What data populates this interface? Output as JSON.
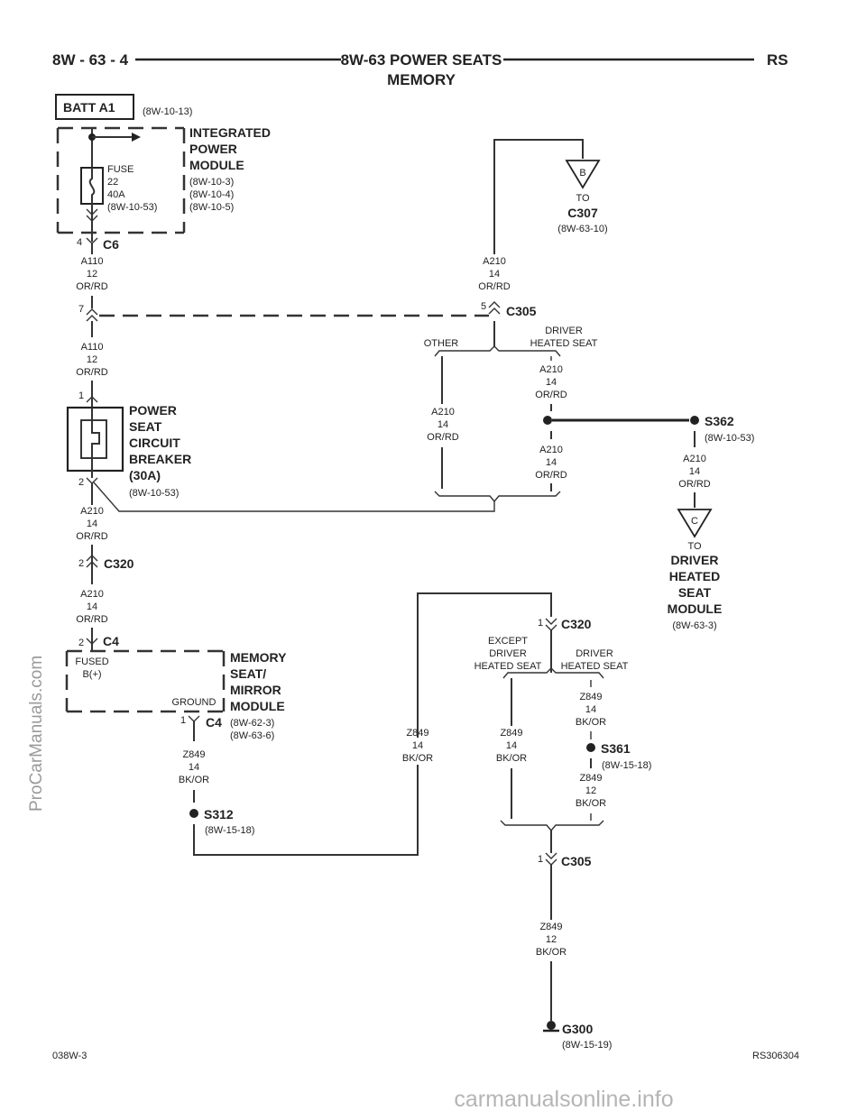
{
  "header": {
    "left": "8W - 63 - 4",
    "center_line1": "8W-63 POWER SEATS",
    "center_line2": "MEMORY",
    "right": "RS"
  },
  "footer": {
    "left_code": "038W-3",
    "right_code": "RS306304"
  },
  "watermarks": {
    "side": "ProCarManuals.com",
    "bottom": "carmanualsonline.info"
  },
  "batt": {
    "label": "BATT A1",
    "ref": "(8W-10-13)"
  },
  "ipm": {
    "title": [
      "INTEGRATED",
      "POWER",
      "MODULE"
    ],
    "refs": [
      "(8W-10-3)",
      "(8W-10-4)",
      "(8W-10-5)"
    ],
    "fuse": [
      "FUSE",
      "22",
      "40A",
      "(8W-10-53)"
    ]
  },
  "conn_c6": {
    "pin": "4",
    "name": "C6"
  },
  "wire_a110_top": [
    "A110",
    "12",
    "OR/RD"
  ],
  "c305_top": {
    "left_pin": "7",
    "right_pin": "5",
    "name": "C305"
  },
  "wire_a110_mid": [
    "A110",
    "12",
    "OR/RD"
  ],
  "breaker": {
    "pin_in": "1",
    "pin_out": "2",
    "title": [
      "POWER",
      "SEAT",
      "CIRCUIT",
      "BREAKER",
      "(30A)"
    ],
    "ref": "(8W-10-53)"
  },
  "wire_a210_cb": [
    "A210",
    "14",
    "OR/RD"
  ],
  "c320_top": {
    "pin": "2",
    "name": "C320"
  },
  "wire_a210_mm": [
    "A210",
    "14",
    "OR/RD"
  ],
  "memory_module": {
    "pin": "2",
    "conn": "C4",
    "fused": [
      "FUSED",
      "B(+)"
    ],
    "ground": "GROUND",
    "ground_pin": "1",
    "ground_conn": "C4",
    "title": [
      "MEMORY",
      "SEAT/",
      "MIRROR",
      "MODULE"
    ],
    "refs": [
      "(8W-62-3)",
      "(8W-63-6)"
    ]
  },
  "wire_z849_mm": [
    "Z849",
    "14",
    "BK/OR"
  ],
  "s312": {
    "name": "S312",
    "ref": "(8W-15-18)"
  },
  "to_c307": {
    "letter": "B",
    "to": "TO",
    "name": "C307",
    "ref": "(8W-63-10)"
  },
  "wire_a210_c307": [
    "A210",
    "14",
    "OR/RD"
  ],
  "option_other": "OTHER",
  "option_dhs_top": [
    "DRIVER",
    "HEATED SEAT"
  ],
  "wire_a210_other": [
    "A210",
    "14",
    "OR/RD"
  ],
  "wire_a210_dhs1": [
    "A210",
    "14",
    "OR/RD"
  ],
  "wire_a210_dhs2": [
    "A210",
    "14",
    "OR/RD"
  ],
  "s362": {
    "name": "S362",
    "ref": "(8W-10-53)"
  },
  "wire_a210_s362": [
    "A210",
    "14",
    "OR/RD"
  ],
  "to_dhsm": {
    "letter": "C",
    "to": "TO",
    "name": [
      "DRIVER",
      "HEATED",
      "SEAT",
      "MODULE"
    ],
    "ref": "(8W-63-3)"
  },
  "c320_bottom": {
    "pin": "1",
    "name": "C320"
  },
  "option_except": [
    "EXCEPT",
    "DRIVER",
    "HEATED SEAT"
  ],
  "option_dhs_bottom": [
    "DRIVER",
    "HEATED SEAT"
  ],
  "wire_z849_long": [
    "Z849",
    "14",
    "BK/OR"
  ],
  "wire_z849_except": [
    "Z849",
    "14",
    "BK/OR"
  ],
  "wire_z849_dhs": [
    "Z849",
    "14",
    "BK/OR"
  ],
  "s361": {
    "name": "S361",
    "ref": "(8W-15-18)"
  },
  "wire_z849_s361": [
    "Z849",
    "12",
    "BK/OR"
  ],
  "c305_bottom": {
    "pin": "1",
    "name": "C305"
  },
  "wire_z849_g300": [
    "Z849",
    "12",
    "BK/OR"
  ],
  "g300": {
    "name": "G300",
    "ref": "(8W-15-19)"
  }
}
